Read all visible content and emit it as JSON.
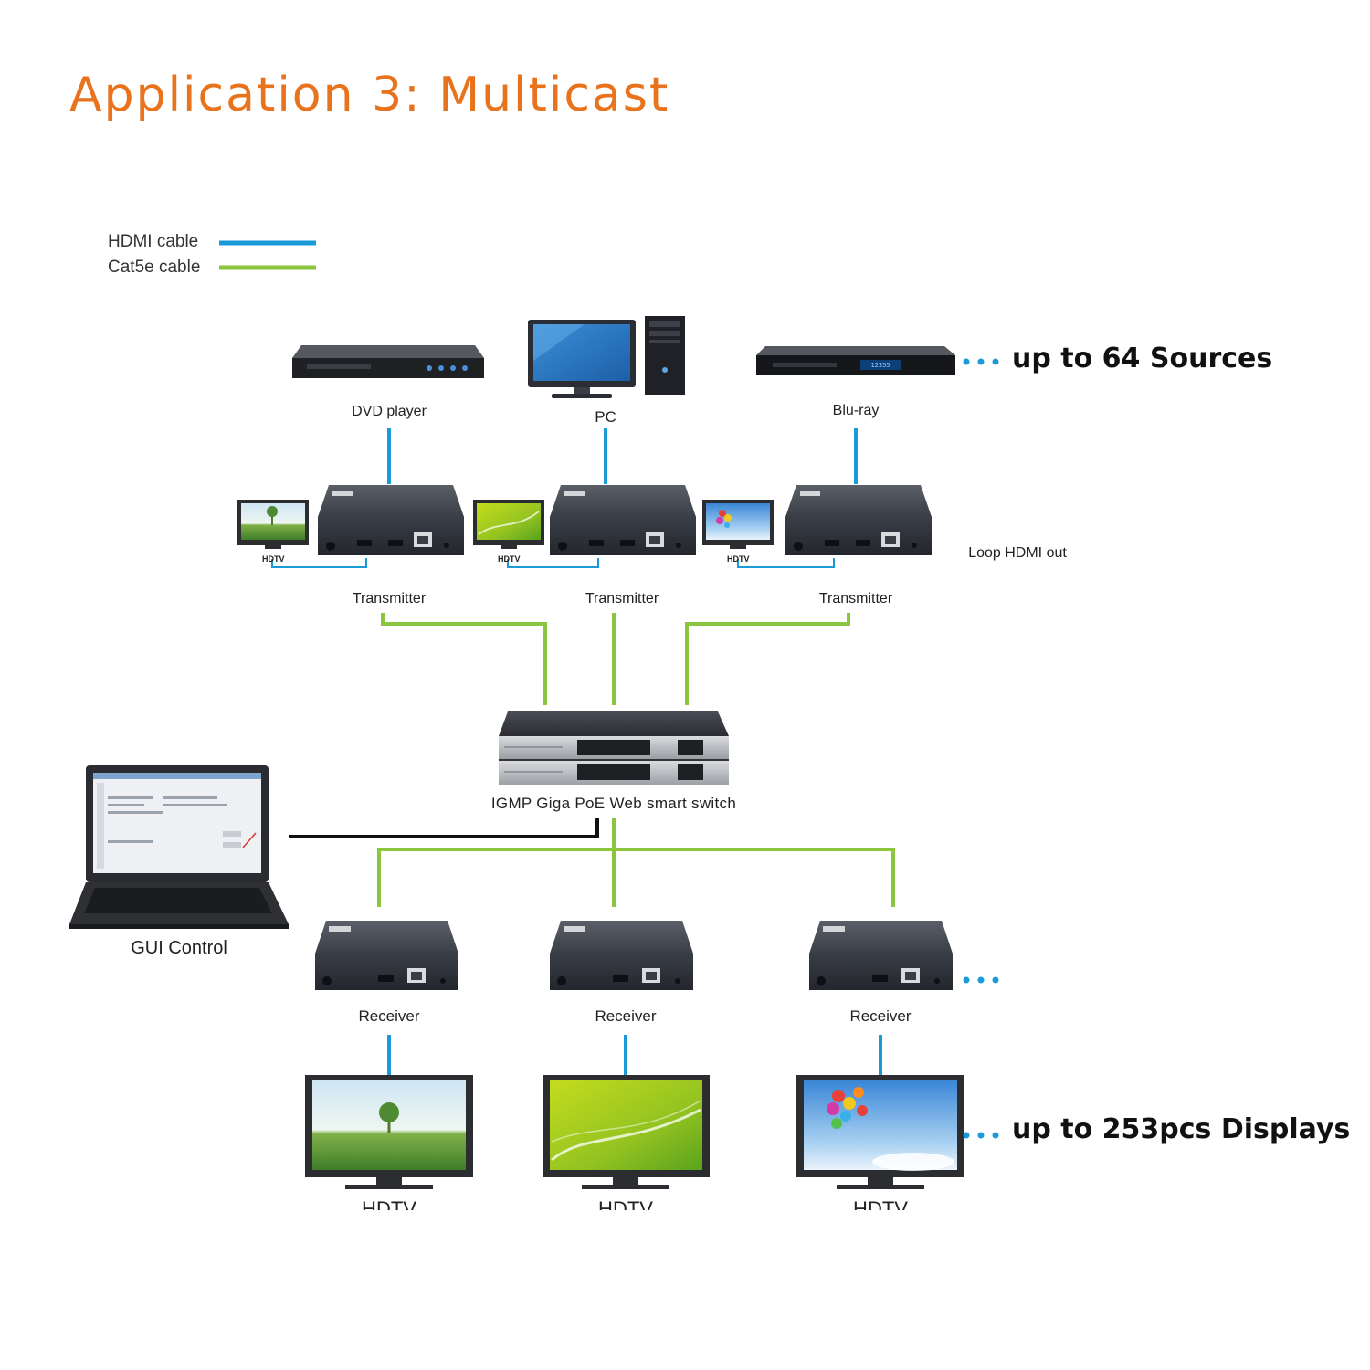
{
  "title": "Application 3: Multicast",
  "legend": {
    "hdmi_label": "HDMI cable",
    "cat5e_label": "Cat5e cable",
    "hdmi_color": "#1a9ad8",
    "cat5e_color": "#8cc63f"
  },
  "sources": {
    "dvd_label": "DVD player",
    "pc_label": "PC",
    "bluray_label": "Blu-ray",
    "bluray_display_text": "12355",
    "sources_callout": "up to 64 Sources"
  },
  "transmitters": {
    "labels": [
      "Transmitter",
      "Transmitter",
      "Transmitter"
    ],
    "loop_tv_labels": [
      "HDTV",
      "HDTV",
      "HDTV"
    ],
    "loop_label": "Loop HDMI out"
  },
  "switch": {
    "label": "IGMP Giga PoE Web smart switch"
  },
  "gui": {
    "label": "GUI Control"
  },
  "receivers": {
    "labels": [
      "Receiver",
      "Receiver",
      "Receiver"
    ]
  },
  "displays": {
    "labels": [
      "HDTV",
      "HDTV",
      "HDTV"
    ],
    "callout": "up to 253pcs Displays"
  },
  "colors": {
    "title": "#e8731c",
    "device_dark": "#2e3138",
    "control_line": "#111111"
  }
}
